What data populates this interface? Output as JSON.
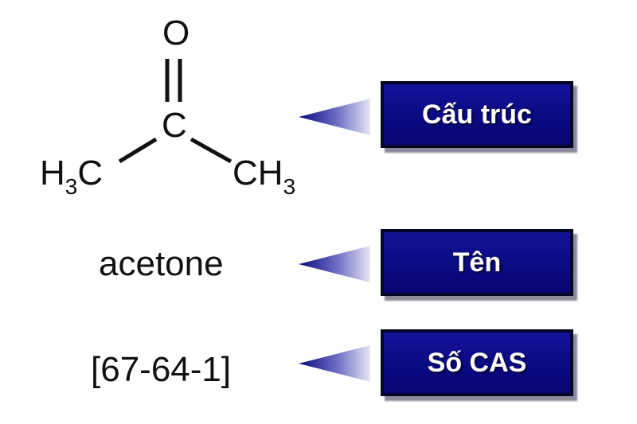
{
  "structure": {
    "oxygen": "O",
    "carbon": "C",
    "left_methyl": {
      "element": "H",
      "subscript": "3",
      "carbon": "C"
    },
    "right_methyl": {
      "carbon": "CH",
      "subscript": "3"
    }
  },
  "name_value": "acetone",
  "cas_value": "[67-64-1]",
  "labels": {
    "structure": "Cấu trúc",
    "name": "Tên",
    "cas": "Số CAS"
  },
  "colors": {
    "label_fill": "#0a0a82",
    "label_border": "#050525",
    "label_text": "#ffffff",
    "pointer_tip": "#0a0a82",
    "pointer_base": "#e6e6f5"
  },
  "icons": {
    "pointer": "left-pointing-triangle"
  }
}
